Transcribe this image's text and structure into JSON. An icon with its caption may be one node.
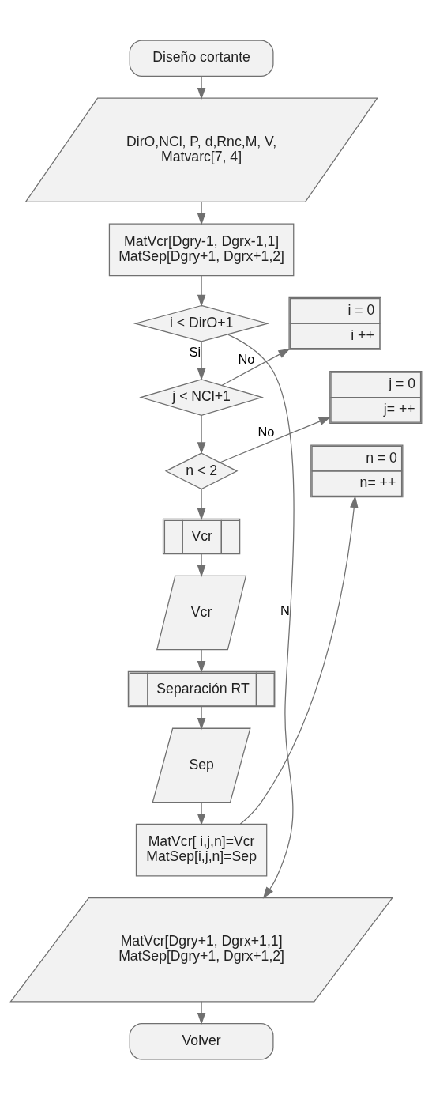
{
  "diagram": {
    "nodes": [
      {
        "text": [
          "Diseño cortante"
        ]
      },
      {
        "text": [
          "DirO,NCl, P, d,Rnc,M, V, Matvarc[7, 4]"
        ]
      },
      {
        "text": [
          "MatVcr[Dgry-1, Dgrx-1,1] MatSep[Dgry+1, Dgrx+1,2]"
        ]
      },
      {
        "text": [
          "i < DirO+1"
        ]
      },
      {
        "text": [
          "i = 0",
          "i ++"
        ]
      },
      {
        "text": [
          "j < NCl+1"
        ]
      },
      {
        "text": [
          "j = 0",
          "j= ++"
        ]
      },
      {
        "text": [
          "n < 2"
        ]
      },
      {
        "text": [
          "n = 0",
          "n= ++"
        ]
      },
      {
        "text": [
          "Vcr"
        ]
      },
      {
        "text": [
          "Vcr"
        ]
      },
      {
        "text": [
          "Separación RT"
        ]
      },
      {
        "text": [
          "Sep"
        ]
      },
      {
        "text": [
          "MatVcr[ i,j,n]=Vcr MatSep[i,j,n]=Sep"
        ]
      },
      {
        "text": [
          "MatVcr[Dgry+1, Dgrx+1,1] MatSep[Dgry+1, Dgrx+1,2]"
        ]
      },
      {
        "text": [
          "Volver"
        ]
      }
    ],
    "edges": [
      {
        "from": 0,
        "to": 1,
        "arrow": "to"
      },
      {
        "from": 1,
        "to": 2,
        "arrow": "to"
      },
      {
        "from": 2,
        "to": 3,
        "arrow": "to"
      },
      {
        "from": 3,
        "to": 5,
        "arrow": "to",
        "label": "Si"
      },
      {
        "from": 5,
        "to": 7,
        "arrow": "to"
      },
      {
        "from": 7,
        "to": 9,
        "arrow": "to"
      },
      {
        "from": 9,
        "to": 10,
        "arrow": "to"
      },
      {
        "from": 10,
        "to": 11,
        "arrow": "to"
      },
      {
        "from": 11,
        "to": 12,
        "arrow": "to"
      },
      {
        "from": 12,
        "to": 13,
        "arrow": "to"
      },
      {
        "from": 13,
        "to": 8,
        "arrow": "to"
      },
      {
        "from": 7,
        "to": 6,
        "arrow": "to",
        "label": "No"
      },
      {
        "from": 5,
        "to": 4,
        "arrow": "to",
        "label": "No"
      },
      {
        "from": 3,
        "to": 14,
        "arrow": "to",
        "label": "N"
      },
      {
        "from": 14,
        "to": 15,
        "arrow": "to"
      }
    ]
  }
}
